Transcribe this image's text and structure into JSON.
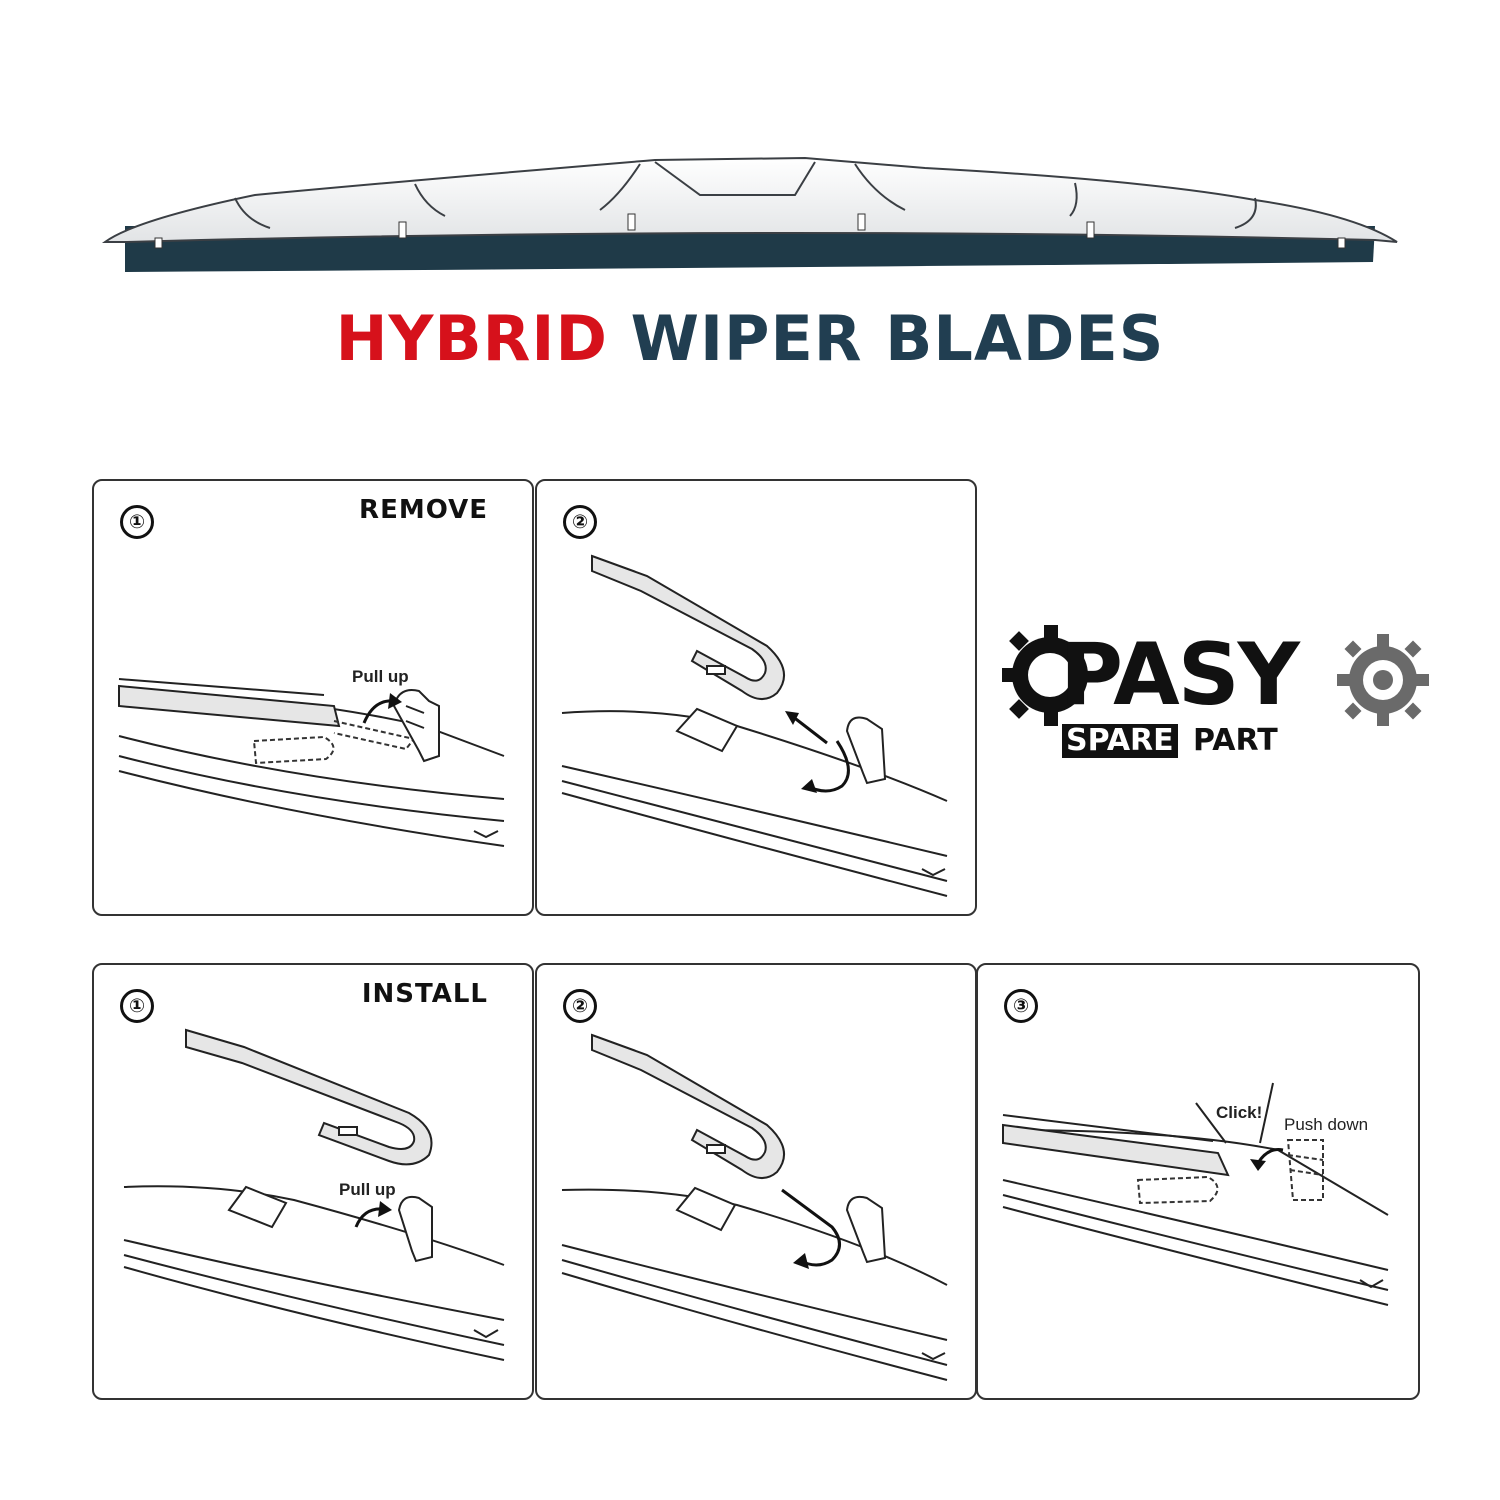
{
  "title": {
    "part1": "HYBRID",
    "part2": "WIPER BLADES"
  },
  "colors": {
    "accent_red": "#d6111b",
    "navy": "#213e51",
    "rubber": "#1f3a48"
  },
  "remove": {
    "heading": "REMOVE",
    "steps": [
      {
        "number": "①",
        "callout": "Pull up"
      },
      {
        "number": "②"
      }
    ]
  },
  "install": {
    "heading": "INSTALL",
    "steps": [
      {
        "number": "①",
        "callout": "Pull up"
      },
      {
        "number": "②"
      },
      {
        "number": "③",
        "callout_click": "Click!",
        "callout_push": "Push down"
      }
    ]
  },
  "logo": {
    "main": "PASY",
    "spare": "SPARE",
    "part": "PART",
    "icons": [
      "gear-icon",
      "gear-icon"
    ]
  }
}
